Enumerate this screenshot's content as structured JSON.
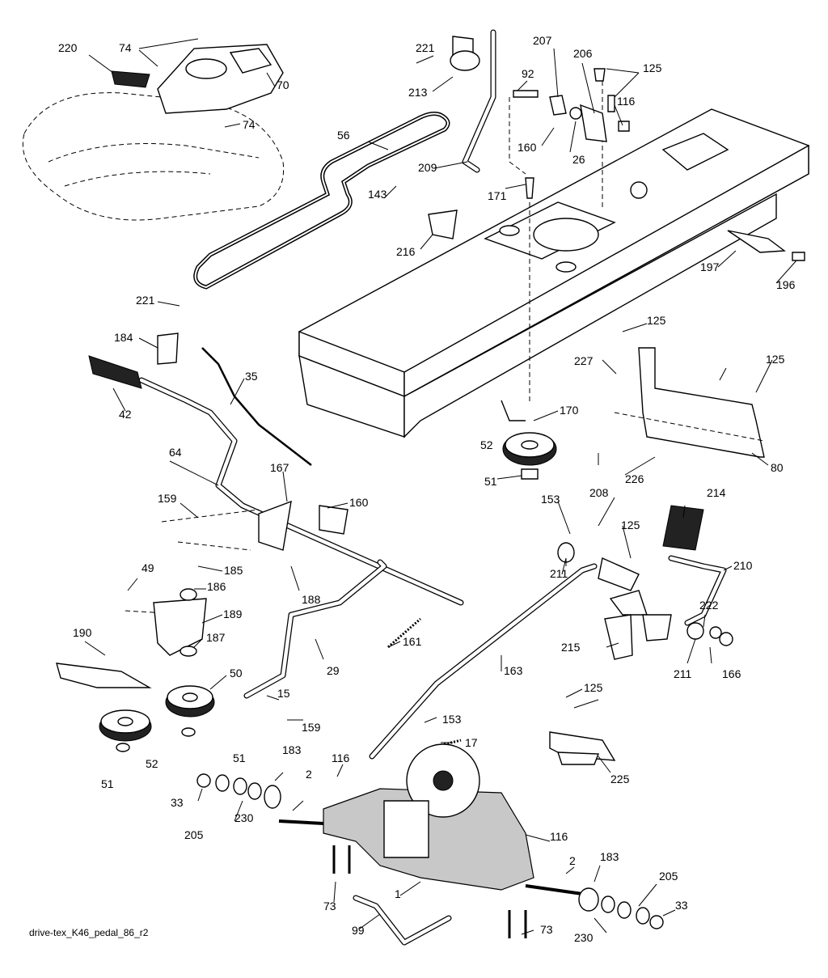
{
  "diagram": {
    "caption": "drive-tex_K46_pedal_86_r2",
    "labels": [
      "220",
      "74",
      "70",
      "74",
      "221",
      "213",
      "207",
      "92",
      "206",
      "125",
      "116",
      "160",
      "26",
      "56",
      "209",
      "171",
      "143",
      "216",
      "197",
      "196",
      "221",
      "184",
      "35",
      "42",
      "64",
      "167",
      "160",
      "159",
      "185",
      "49",
      "186",
      "189",
      "188",
      "187",
      "190",
      "50",
      "29",
      "161",
      "163",
      "215",
      "211",
      "222",
      "166",
      "210",
      "214",
      "125",
      "211",
      "153",
      "208",
      "52",
      "51",
      "170",
      "125",
      "227",
      "125",
      "80",
      "226",
      "15",
      "159",
      "51",
      "52",
      "51",
      "153",
      "17",
      "125",
      "225",
      "183",
      "2",
      "116",
      "33",
      "205",
      "230",
      "116",
      "1",
      "73",
      "2",
      "183",
      "205",
      "33",
      "73",
      "230",
      "99"
    ]
  }
}
